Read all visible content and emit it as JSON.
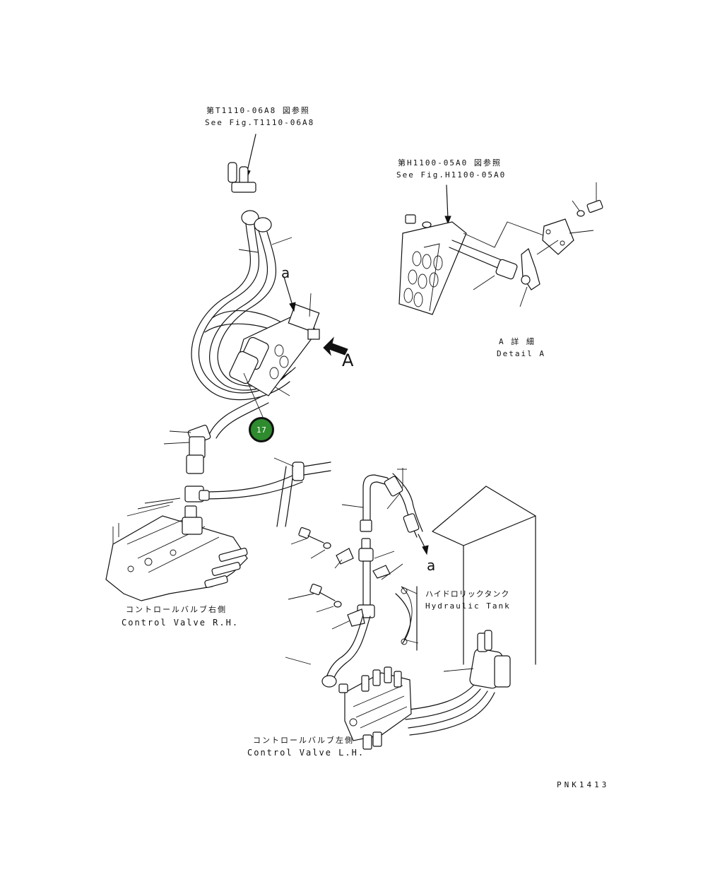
{
  "refs": {
    "top_ref_jp": "第T1110-06A8 図参照",
    "top_ref_en": "See Fig.T1110-06A8",
    "detail_ref_jp": "第H1100-05A0 図参照",
    "detail_ref_en": "See Fig.H1100-05A0"
  },
  "detail": {
    "title_jp": "A 詳 細",
    "title_en": "Detail A"
  },
  "markers": {
    "view_a": "A",
    "connector_a_upper": "a",
    "connector_a_lower": "a"
  },
  "badge": {
    "label": "17",
    "color": "#2e8b2e"
  },
  "components": {
    "control_valve_rh_jp": "コントロールバルブ右側",
    "control_valve_rh_en": "Control Valve R.H.",
    "hydraulic_tank_jp": "ハイドロリックタンク",
    "hydraulic_tank_en": "Hydraulic Tank",
    "control_valve_lh_jp": "コントロールバルブ左側",
    "control_valve_lh_en": "Control Valve L.H."
  },
  "drawing_code": "PNK1413"
}
